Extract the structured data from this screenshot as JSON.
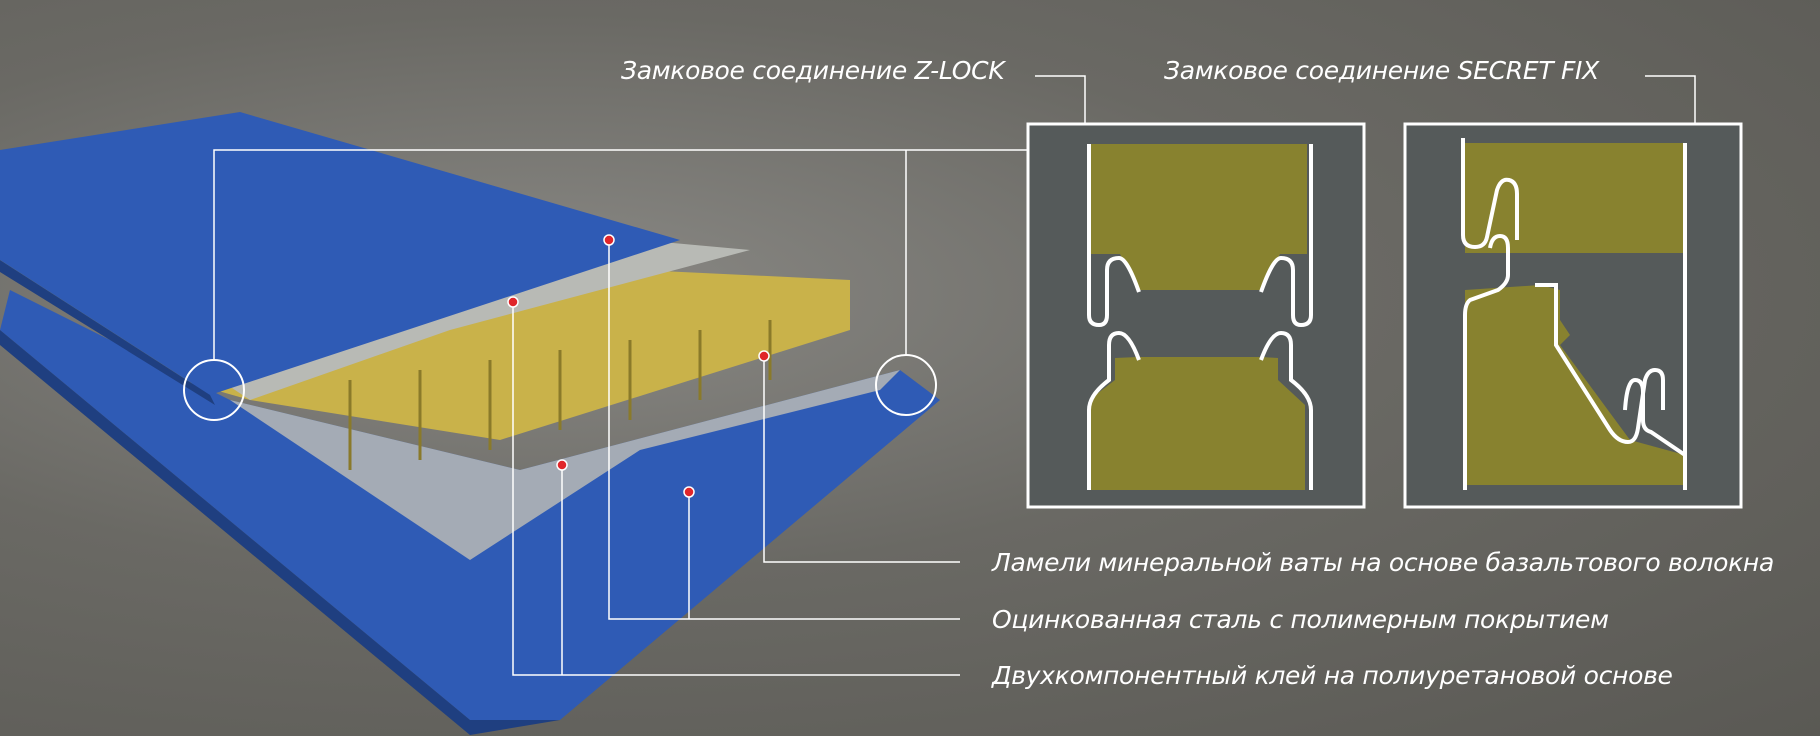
{
  "titles": {
    "zlock": "Замковое соединение Z-LOCK",
    "secretfix": "Замковое соединение SECRET FIX"
  },
  "labels": [
    "Ламели минеральной ваты на основе базальтового волокна",
    "Оцинкованная сталь с полимерным покрытием",
    "Двухкомпонентный клей на полиуретановой основе"
  ],
  "colors": {
    "panel": "#555a5a",
    "insulation": "#88822f",
    "steel": "#2f5bb5",
    "wool": "#c9b24a",
    "marker": "#e0262a"
  }
}
